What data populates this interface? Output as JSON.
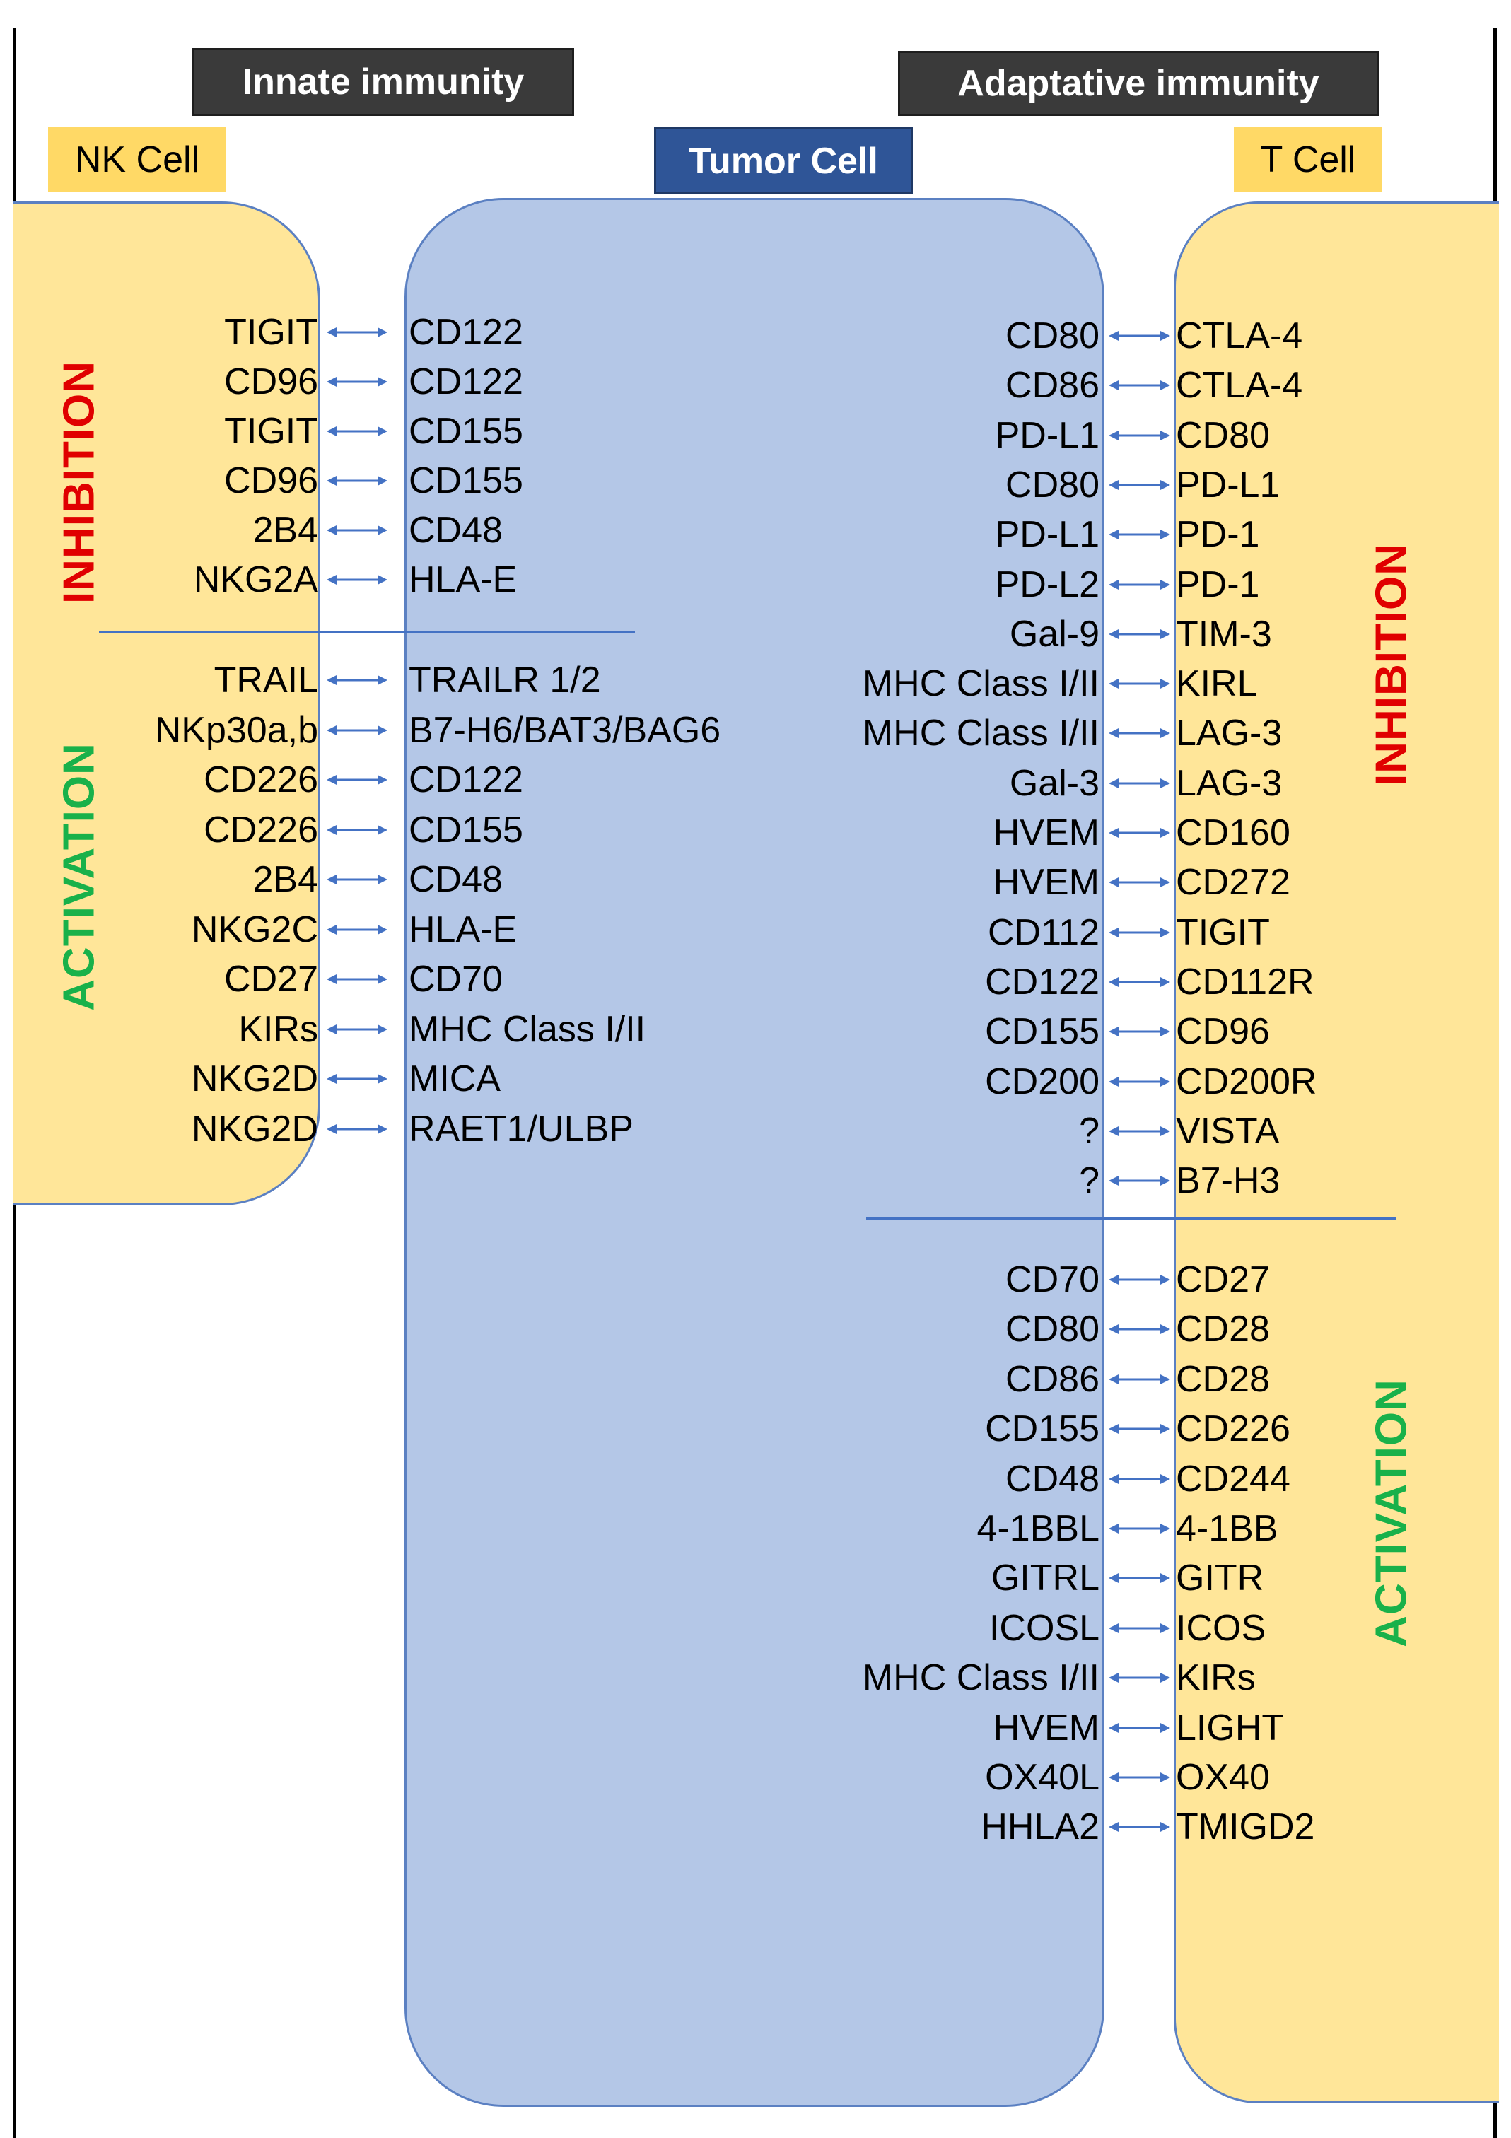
{
  "headers": {
    "innate": "Innate immunity",
    "adaptive": "Adaptative immunity",
    "nk_cell": "NK Cell",
    "tumor_cell": "Tumor Cell",
    "t_cell": "T Cell"
  },
  "sections": {
    "nk_inhibition": "INHIBITION",
    "nk_activation": "ACTIVATION",
    "t_inhibition": "INHIBITION",
    "t_activation": "ACTIVATION"
  },
  "colors": {
    "inhibition": "#e00000",
    "activation": "#19b14a",
    "cell_fill": "#ffe699",
    "tumor_fill": "#b4c7e7",
    "arrow": "#4472c4"
  },
  "nk_inhibition_pairs": [
    {
      "nk": "TIGIT",
      "tumor": "CD122"
    },
    {
      "nk": "CD96",
      "tumor": "CD122"
    },
    {
      "nk": "TIGIT",
      "tumor": "CD155"
    },
    {
      "nk": "CD96",
      "tumor": "CD155"
    },
    {
      "nk": "2B4",
      "tumor": "CD48"
    },
    {
      "nk": "NKG2A",
      "tumor": "HLA-E"
    }
  ],
  "nk_activation_pairs": [
    {
      "nk": "TRAIL",
      "tumor": "TRAILR 1/2"
    },
    {
      "nk": "NKp30a,b",
      "tumor": "B7-H6/BAT3/BAG6"
    },
    {
      "nk": "CD226",
      "tumor": "CD122"
    },
    {
      "nk": "CD226",
      "tumor": "CD155"
    },
    {
      "nk": "2B4",
      "tumor": "CD48"
    },
    {
      "nk": "NKG2C",
      "tumor": "HLA-E"
    },
    {
      "nk": "CD27",
      "tumor": "CD70"
    },
    {
      "nk": "KIRs",
      "tumor": "MHC Class I/II"
    },
    {
      "nk": "NKG2D",
      "tumor": "MICA"
    },
    {
      "nk": "NKG2D",
      "tumor": "RAET1/ULBP"
    }
  ],
  "t_inhibition_pairs": [
    {
      "tumor": "CD80",
      "t": "CTLA-4"
    },
    {
      "tumor": "CD86",
      "t": "CTLA-4"
    },
    {
      "tumor": "PD-L1",
      "t": "CD80"
    },
    {
      "tumor": "CD80",
      "t": "PD-L1"
    },
    {
      "tumor": "PD-L1",
      "t": "PD-1"
    },
    {
      "tumor": "PD-L2",
      "t": "PD-1"
    },
    {
      "tumor": "Gal-9",
      "t": "TIM-3"
    },
    {
      "tumor": "MHC Class I/II",
      "t": "KIRL"
    },
    {
      "tumor": "MHC Class I/II",
      "t": "LAG-3"
    },
    {
      "tumor": "Gal-3",
      "t": "LAG-3"
    },
    {
      "tumor": "HVEM",
      "t": "CD160"
    },
    {
      "tumor": "HVEM",
      "t": "CD272"
    },
    {
      "tumor": "CD112",
      "t": "TIGIT"
    },
    {
      "tumor": "CD122",
      "t": "CD112R"
    },
    {
      "tumor": "CD155",
      "t": "CD96"
    },
    {
      "tumor": "CD200",
      "t": "CD200R"
    },
    {
      "tumor": "?",
      "t": "VISTA"
    },
    {
      "tumor": "?",
      "t": "B7-H3"
    }
  ],
  "t_activation_pairs": [
    {
      "tumor": "CD70",
      "t": "CD27"
    },
    {
      "tumor": "CD80",
      "t": "CD28"
    },
    {
      "tumor": "CD86",
      "t": "CD28"
    },
    {
      "tumor": "CD155",
      "t": "CD226"
    },
    {
      "tumor": "CD48",
      "t": "CD244"
    },
    {
      "tumor": "4-1BBL",
      "t": "4-1BB"
    },
    {
      "tumor": "GITRL",
      "t": "GITR"
    },
    {
      "tumor": "ICOSL",
      "t": "ICOS"
    },
    {
      "tumor": "MHC Class I/II",
      "t": "KIRs"
    },
    {
      "tumor": "HVEM",
      "t": "LIGHT"
    },
    {
      "tumor": "OX40L",
      "t": "OX40"
    },
    {
      "tumor": "HHLA2",
      "t": "TMIGD2"
    }
  ]
}
